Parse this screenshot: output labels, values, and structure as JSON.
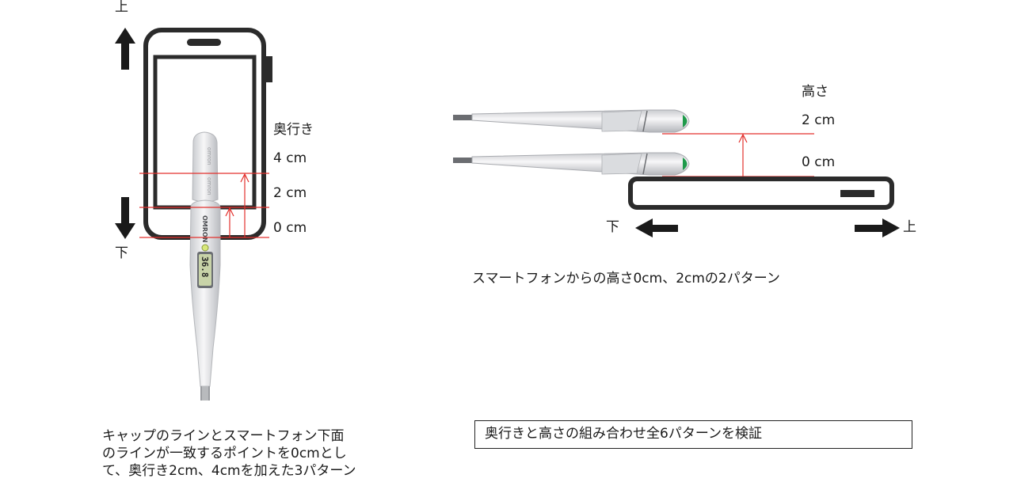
{
  "left_diagram": {
    "up_label": "上",
    "down_label": "下",
    "depth_title": "奥行き",
    "depth_values": [
      "4 cm",
      "2 cm",
      "0 cm"
    ],
    "thermometer_brand": "OMRON",
    "display_reading": "36.8",
    "caption_lines": [
      "キャップのラインとスマートフォン下面",
      "のラインが一致するポイントを0cmとし",
      "て、奥行き2cm、4cmを加えた3パターン"
    ]
  },
  "right_diagram": {
    "height_title": "高さ",
    "height_values": [
      "2 cm",
      "0 cm"
    ],
    "down_label": "下",
    "up_label": "上",
    "caption": "スマートフォンからの高さ0cm、2cmの2パターン"
  },
  "summary": "奥行きと高さの組み合わせ全6パターンを検証",
  "colors": {
    "line": "#2b2b2b",
    "measure": "#e3312d",
    "thermometer_body": "#e9eaec",
    "thermometer_tip": "#1f9a4a",
    "display": "#c8d3a8"
  }
}
